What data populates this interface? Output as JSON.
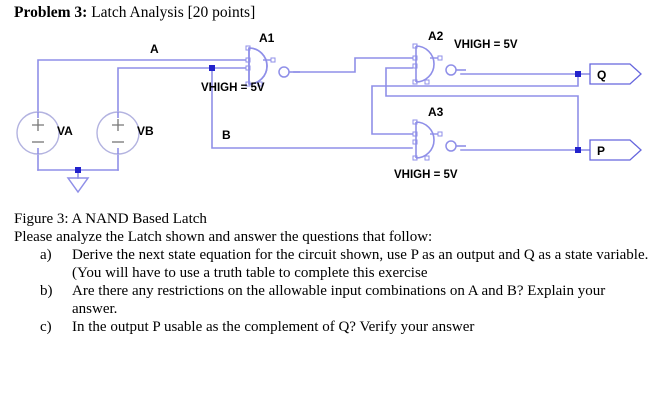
{
  "heading": {
    "bold_part": "Problem 3:",
    "rest_part": " Latch Analysis [20 points]"
  },
  "circuit": {
    "wire_color": "#8f8fe8",
    "node_color": "#2222cc",
    "pin_color": "#6666dd",
    "gates": [
      {
        "id": "A1",
        "label": "A1",
        "vhigh_label": "VHIGH = 5V"
      },
      {
        "id": "A2",
        "label": "A2",
        "vhigh_label": "VHIGH = 5V"
      },
      {
        "id": "A3",
        "label": "A3",
        "vhigh_label": "VHIGH = 5V"
      }
    ],
    "sources": [
      {
        "id": "VA",
        "label": "VA",
        "plus": "+",
        "minus": "−"
      },
      {
        "id": "VB",
        "label": "VB",
        "plus": "+",
        "minus": "−"
      }
    ],
    "net_labels": [
      {
        "id": "A",
        "label": "A"
      },
      {
        "id": "B",
        "label": "B"
      }
    ],
    "outputs": [
      {
        "id": "Q",
        "label": "Q"
      },
      {
        "id": "P",
        "label": "P"
      }
    ],
    "ground_name": "ground-symbol"
  },
  "text": {
    "figure_caption": "Figure 3: A NAND Based Latch",
    "instruction": "Please analyze the Latch shown and answer the questions that follow:",
    "questions": [
      {
        "marker": "a)",
        "body": "Derive the next state equation for the circuit shown, use P as an output and Q as a state variable. (You will have to use a truth table to complete this exercise"
      },
      {
        "marker": "b)",
        "body": "Are there any restrictions on the allowable input combinations on A and B? Explain your answer."
      },
      {
        "marker": "c)",
        "body": "In the output P usable as the complement of Q? Verify your answer"
      }
    ]
  }
}
